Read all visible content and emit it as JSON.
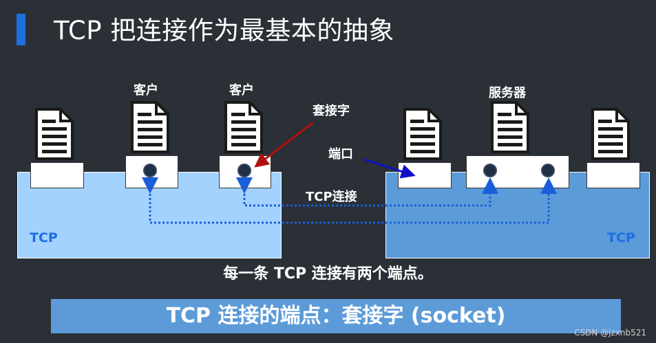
{
  "title": "TCP 把连接作为最基本的抽象",
  "labels": {
    "client_1": "客户",
    "client_2": "客户",
    "server": "服务器",
    "socket": "套接字",
    "port": "端口",
    "tcp_connection": "TCP连接",
    "tcp_left": "TCP",
    "tcp_right": "TCP"
  },
  "caption": "每一条 TCP 连接有两个端点。",
  "banner": "TCP 连接的端点：套接字 (socket)",
  "watermark": "CSDN @jzxnb521",
  "colors": {
    "background": "#2b2f36",
    "accent": "#1e6fe0",
    "left_panel": "#a3d2ff",
    "right_panel": "#5b9bd8",
    "banner": "#5d9bd8",
    "socket_arrow": "#b01010",
    "port_arrow": "#1010c8",
    "connection_line": "#1a5fd8"
  }
}
